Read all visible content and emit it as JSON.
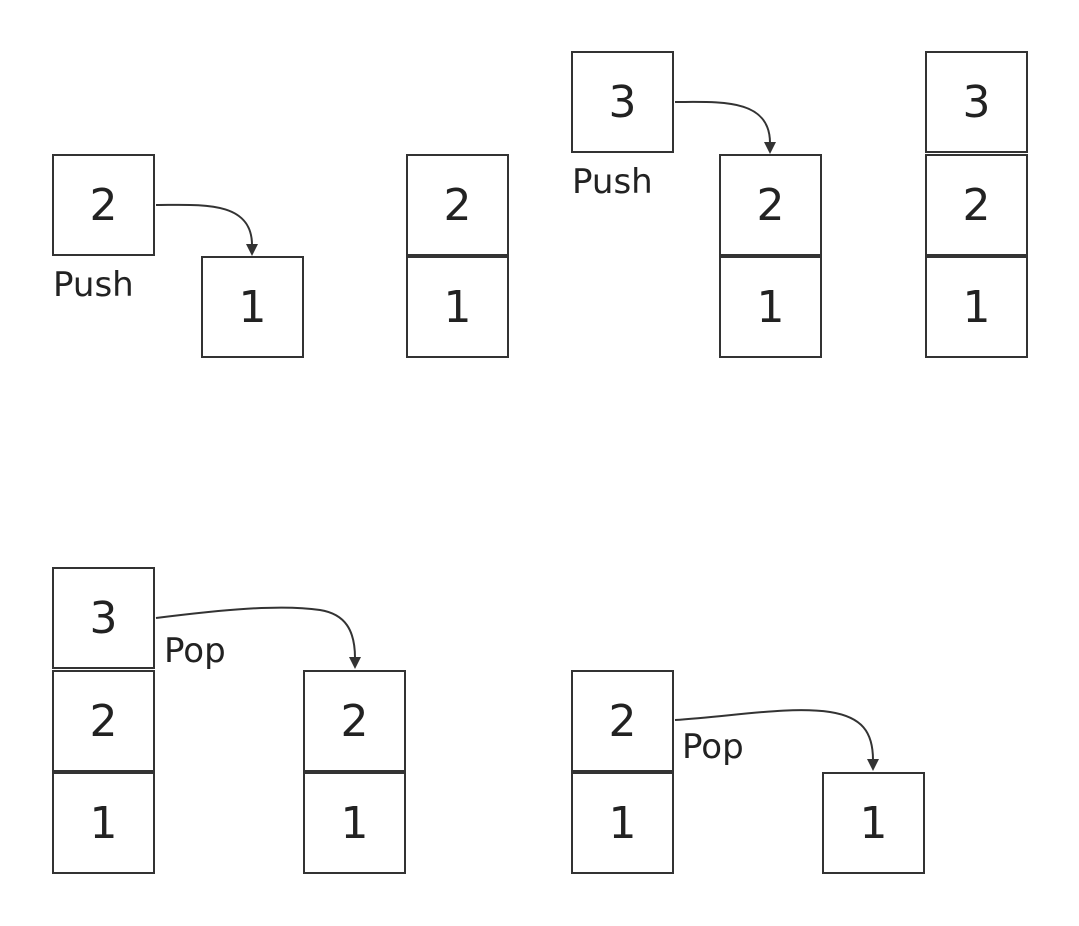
{
  "push_1": {
    "incoming": "2",
    "label": "Push",
    "stack": [
      "1"
    ]
  },
  "after_push_1": {
    "stack": [
      "2",
      "1"
    ]
  },
  "push_2": {
    "incoming": "3",
    "label": "Push",
    "stack": [
      "2",
      "1"
    ]
  },
  "after_push_2": {
    "stack": [
      "3",
      "2",
      "1"
    ]
  },
  "pop_1": {
    "label": "Pop",
    "from_stack": [
      "3",
      "2",
      "1"
    ],
    "to_stack": [
      "2",
      "1"
    ]
  },
  "pop_2": {
    "label": "Pop",
    "from_stack": [
      "2",
      "1"
    ],
    "to_stack": [
      "1"
    ]
  }
}
